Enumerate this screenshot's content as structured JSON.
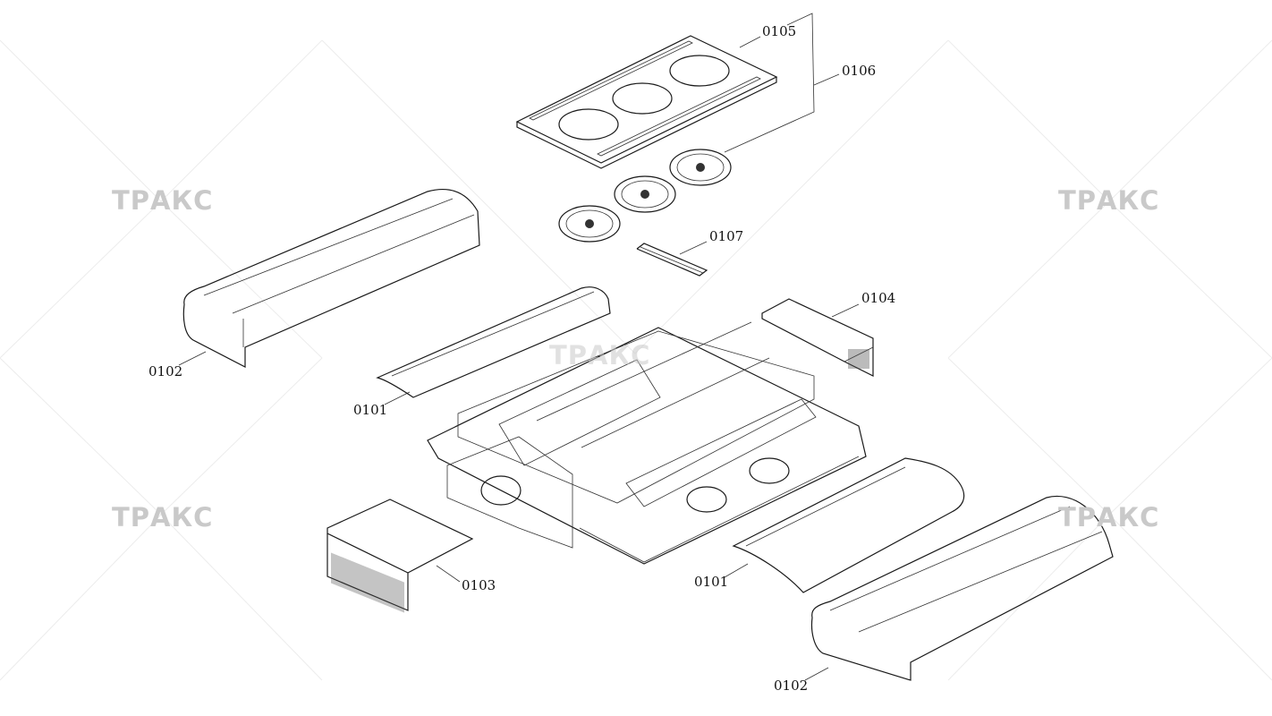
{
  "watermark": {
    "text": "ТРАКС"
  },
  "callouts": {
    "c0105": "0105",
    "c0106": "0106",
    "c0107": "0107",
    "c0104": "0104",
    "c0102_left": "0102",
    "c0101_left": "0101",
    "c0103": "0103",
    "c0101_right": "0101",
    "c0102_right": "0102"
  }
}
